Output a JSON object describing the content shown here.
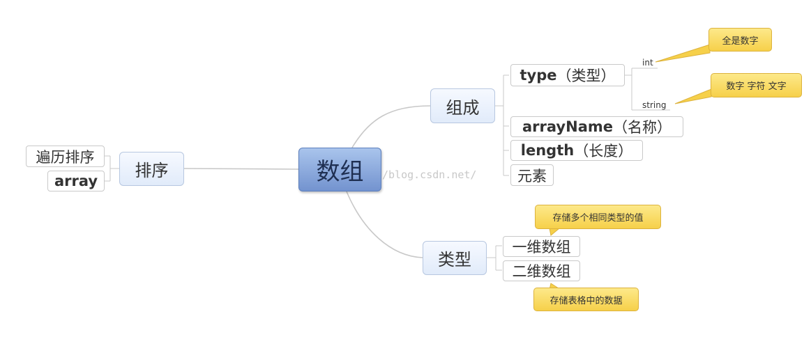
{
  "central": {
    "label": "数组"
  },
  "watermark": "/blog.csdn.net/",
  "branches": {
    "sort": {
      "label": "排序",
      "children": [
        "遍历排序",
        "array"
      ]
    },
    "composition": {
      "label": "组成",
      "children": [
        {
          "keyword": "type",
          "note": "（类型）"
        },
        {
          "keyword": "arrayName",
          "note": "（名称）"
        },
        {
          "keyword": "length",
          "note": "（长度）"
        },
        {
          "keyword": "",
          "note": "元素"
        }
      ],
      "type_leaves": [
        "int",
        "string"
      ],
      "callouts": [
        "全是数字",
        "数字 字符 文字"
      ]
    },
    "kinds": {
      "label": "类型",
      "children": [
        "一维数组",
        "二维数组"
      ],
      "callouts": [
        "存储多个相同类型的值",
        "存储表格中的数据"
      ]
    }
  },
  "colors": {
    "central_fill": "#7393cf",
    "main_fill": "#e1ebfa",
    "callout_fill": "#f6d04a",
    "connector": "#c8c8c8"
  }
}
